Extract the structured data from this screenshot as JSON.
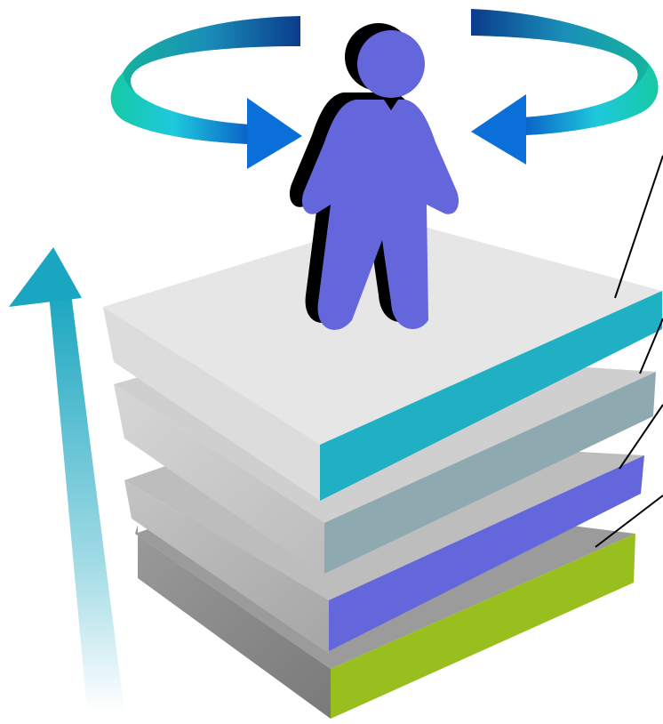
{
  "diagram": {
    "layers": [
      {
        "name": "layer-top",
        "front_color": "#1fb0c3",
        "top_color": "#e6e6e6"
      },
      {
        "name": "layer-second",
        "front_color": "#8fa9b0",
        "top_color": "#cfcfcf"
      },
      {
        "name": "layer-third",
        "front_color": "#6466dc",
        "top_color": "#bdbdbd"
      },
      {
        "name": "layer-bottom",
        "front_color": "#98bf1e",
        "top_color": "#9b9b9b"
      }
    ],
    "person_color": "#6466dc",
    "person_shadow_color": "#000000",
    "arrow_colors": {
      "teal": "#14c8b4",
      "cyan": "#1ec8dc",
      "blue": "#0a6fd8",
      "navy": "#0a3c8c"
    },
    "up_arrow_color": "#1aa6c0",
    "icons": [
      "person-icon",
      "rotate-left-arrow-icon",
      "rotate-right-arrow-icon",
      "up-arrow-icon"
    ]
  }
}
